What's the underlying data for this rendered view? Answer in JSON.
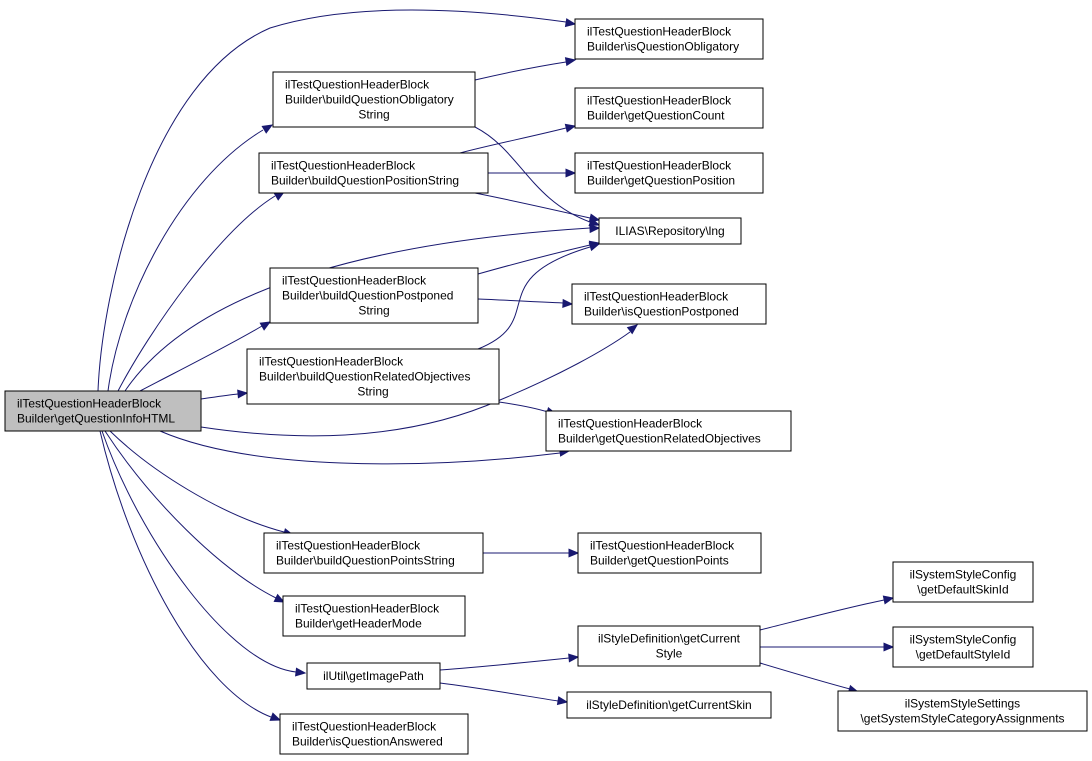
{
  "diagram": {
    "type": "call-graph",
    "edge_color": "#191970",
    "root_fill": "#bfbfbf",
    "nodes": [
      {
        "id": "root",
        "lines": [
          "ilTestQuestionHeaderBlock",
          "Builder\\getQuestionInfoHTML"
        ],
        "root": true
      },
      {
        "id": "isObligatory",
        "lines": [
          "ilTestQuestionHeaderBlock",
          "Builder\\isQuestionObligatory"
        ]
      },
      {
        "id": "buildObligatory",
        "lines": [
          "ilTestQuestionHeaderBlock",
          "Builder\\buildQuestionObligatory",
          "String"
        ]
      },
      {
        "id": "getCount",
        "lines": [
          "ilTestQuestionHeaderBlock",
          "Builder\\getQuestionCount"
        ]
      },
      {
        "id": "buildPosition",
        "lines": [
          "ilTestQuestionHeaderBlock",
          "Builder\\buildQuestionPositionString"
        ]
      },
      {
        "id": "getPosition",
        "lines": [
          "ilTestQuestionHeaderBlock",
          "Builder\\getQuestionPosition"
        ]
      },
      {
        "id": "lng",
        "lines": [
          "ILIAS\\Repository\\lng"
        ]
      },
      {
        "id": "buildPostponed",
        "lines": [
          "ilTestQuestionHeaderBlock",
          "Builder\\buildQuestionPostponed",
          "String"
        ]
      },
      {
        "id": "isPostponed",
        "lines": [
          "ilTestQuestionHeaderBlock",
          "Builder\\isQuestionPostponed"
        ]
      },
      {
        "id": "buildObjectives",
        "lines": [
          "ilTestQuestionHeaderBlock",
          "Builder\\buildQuestionRelatedObjectives",
          "String"
        ]
      },
      {
        "id": "getObjectives",
        "lines": [
          "ilTestQuestionHeaderBlock",
          "Builder\\getQuestionRelatedObjectives"
        ]
      },
      {
        "id": "buildPoints",
        "lines": [
          "ilTestQuestionHeaderBlock",
          "Builder\\buildQuestionPointsString"
        ]
      },
      {
        "id": "getPoints",
        "lines": [
          "ilTestQuestionHeaderBlock",
          "Builder\\getQuestionPoints"
        ]
      },
      {
        "id": "getHeaderMode",
        "lines": [
          "ilTestQuestionHeaderBlock",
          "Builder\\getHeaderMode"
        ]
      },
      {
        "id": "getImagePath",
        "lines": [
          "ilUtil\\getImagePath"
        ]
      },
      {
        "id": "getCurrentStyle",
        "lines": [
          "ilStyleDefinition\\getCurrent",
          "Style"
        ]
      },
      {
        "id": "getCurrentSkin",
        "lines": [
          "ilStyleDefinition\\getCurrentSkin"
        ]
      },
      {
        "id": "isAnswered",
        "lines": [
          "ilTestQuestionHeaderBlock",
          "Builder\\isQuestionAnswered"
        ]
      },
      {
        "id": "defaultSkin",
        "lines": [
          "ilSystemStyleConfig",
          "\\getDefaultSkinId"
        ]
      },
      {
        "id": "defaultStyle",
        "lines": [
          "ilSystemStyleConfig",
          "\\getDefaultStyleId"
        ]
      },
      {
        "id": "categoryAssign",
        "lines": [
          "ilSystemStyleSettings",
          "\\getSystemStyleCategoryAssignments"
        ]
      }
    ],
    "edges": [
      {
        "from": "root",
        "to": "isObligatory"
      },
      {
        "from": "root",
        "to": "buildObligatory"
      },
      {
        "from": "root",
        "to": "buildPosition"
      },
      {
        "from": "root",
        "to": "lng"
      },
      {
        "from": "root",
        "to": "buildPostponed"
      },
      {
        "from": "root",
        "to": "buildObjectives"
      },
      {
        "from": "root",
        "to": "isPostponed"
      },
      {
        "from": "root",
        "to": "getObjectives"
      },
      {
        "from": "root",
        "to": "buildPoints"
      },
      {
        "from": "root",
        "to": "getHeaderMode"
      },
      {
        "from": "root",
        "to": "getImagePath"
      },
      {
        "from": "root",
        "to": "isAnswered"
      },
      {
        "from": "buildObligatory",
        "to": "isObligatory"
      },
      {
        "from": "buildObligatory",
        "to": "lng"
      },
      {
        "from": "buildPosition",
        "to": "getCount"
      },
      {
        "from": "buildPosition",
        "to": "getPosition"
      },
      {
        "from": "buildPosition",
        "to": "lng"
      },
      {
        "from": "buildPostponed",
        "to": "lng"
      },
      {
        "from": "buildPostponed",
        "to": "isPostponed"
      },
      {
        "from": "buildObjectives",
        "to": "lng"
      },
      {
        "from": "buildObjectives",
        "to": "getObjectives"
      },
      {
        "from": "buildPoints",
        "to": "getPoints"
      },
      {
        "from": "getImagePath",
        "to": "getCurrentStyle"
      },
      {
        "from": "getImagePath",
        "to": "getCurrentSkin"
      },
      {
        "from": "getCurrentStyle",
        "to": "defaultSkin"
      },
      {
        "from": "getCurrentStyle",
        "to": "defaultStyle"
      },
      {
        "from": "getCurrentStyle",
        "to": "categoryAssign"
      }
    ]
  }
}
